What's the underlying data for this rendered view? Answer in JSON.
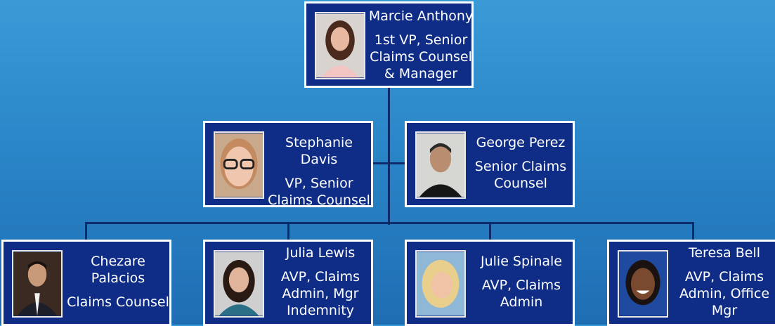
{
  "people": {
    "marcie": {
      "name": "Marcie Anthony",
      "title": "1st VP, Senior Claims Counsel & Manager",
      "photo": "person-photo-woman-brown-hair"
    },
    "stephanie": {
      "name": "Stephanie Davis",
      "title": "VP, Senior Claims Counsel",
      "photo": "person-photo-woman-glasses"
    },
    "george": {
      "name": "George Perez",
      "title": "Senior Claims Counsel",
      "photo": "person-photo-man"
    },
    "chezare": {
      "name": "Chezare Palacios",
      "title": "Claims Counsel",
      "photo": "person-photo-man-suit"
    },
    "julia": {
      "name": "Julia Lewis",
      "title": "AVP, Claims Admin, Mgr Indemnity",
      "photo": "person-photo-woman-dark-hair"
    },
    "julie": {
      "name": "Julie Spinale",
      "title": "AVP, Claims Admin",
      "photo": "person-photo-woman-blonde"
    },
    "teresa": {
      "name": "Teresa Bell",
      "title": "AVP, Claims Admin, Office Mgr",
      "photo": "person-photo-woman-smiling"
    }
  },
  "colors": {
    "card": "#0f2d87",
    "connector": "#0d2a6b",
    "background": "#2a86c8"
  }
}
